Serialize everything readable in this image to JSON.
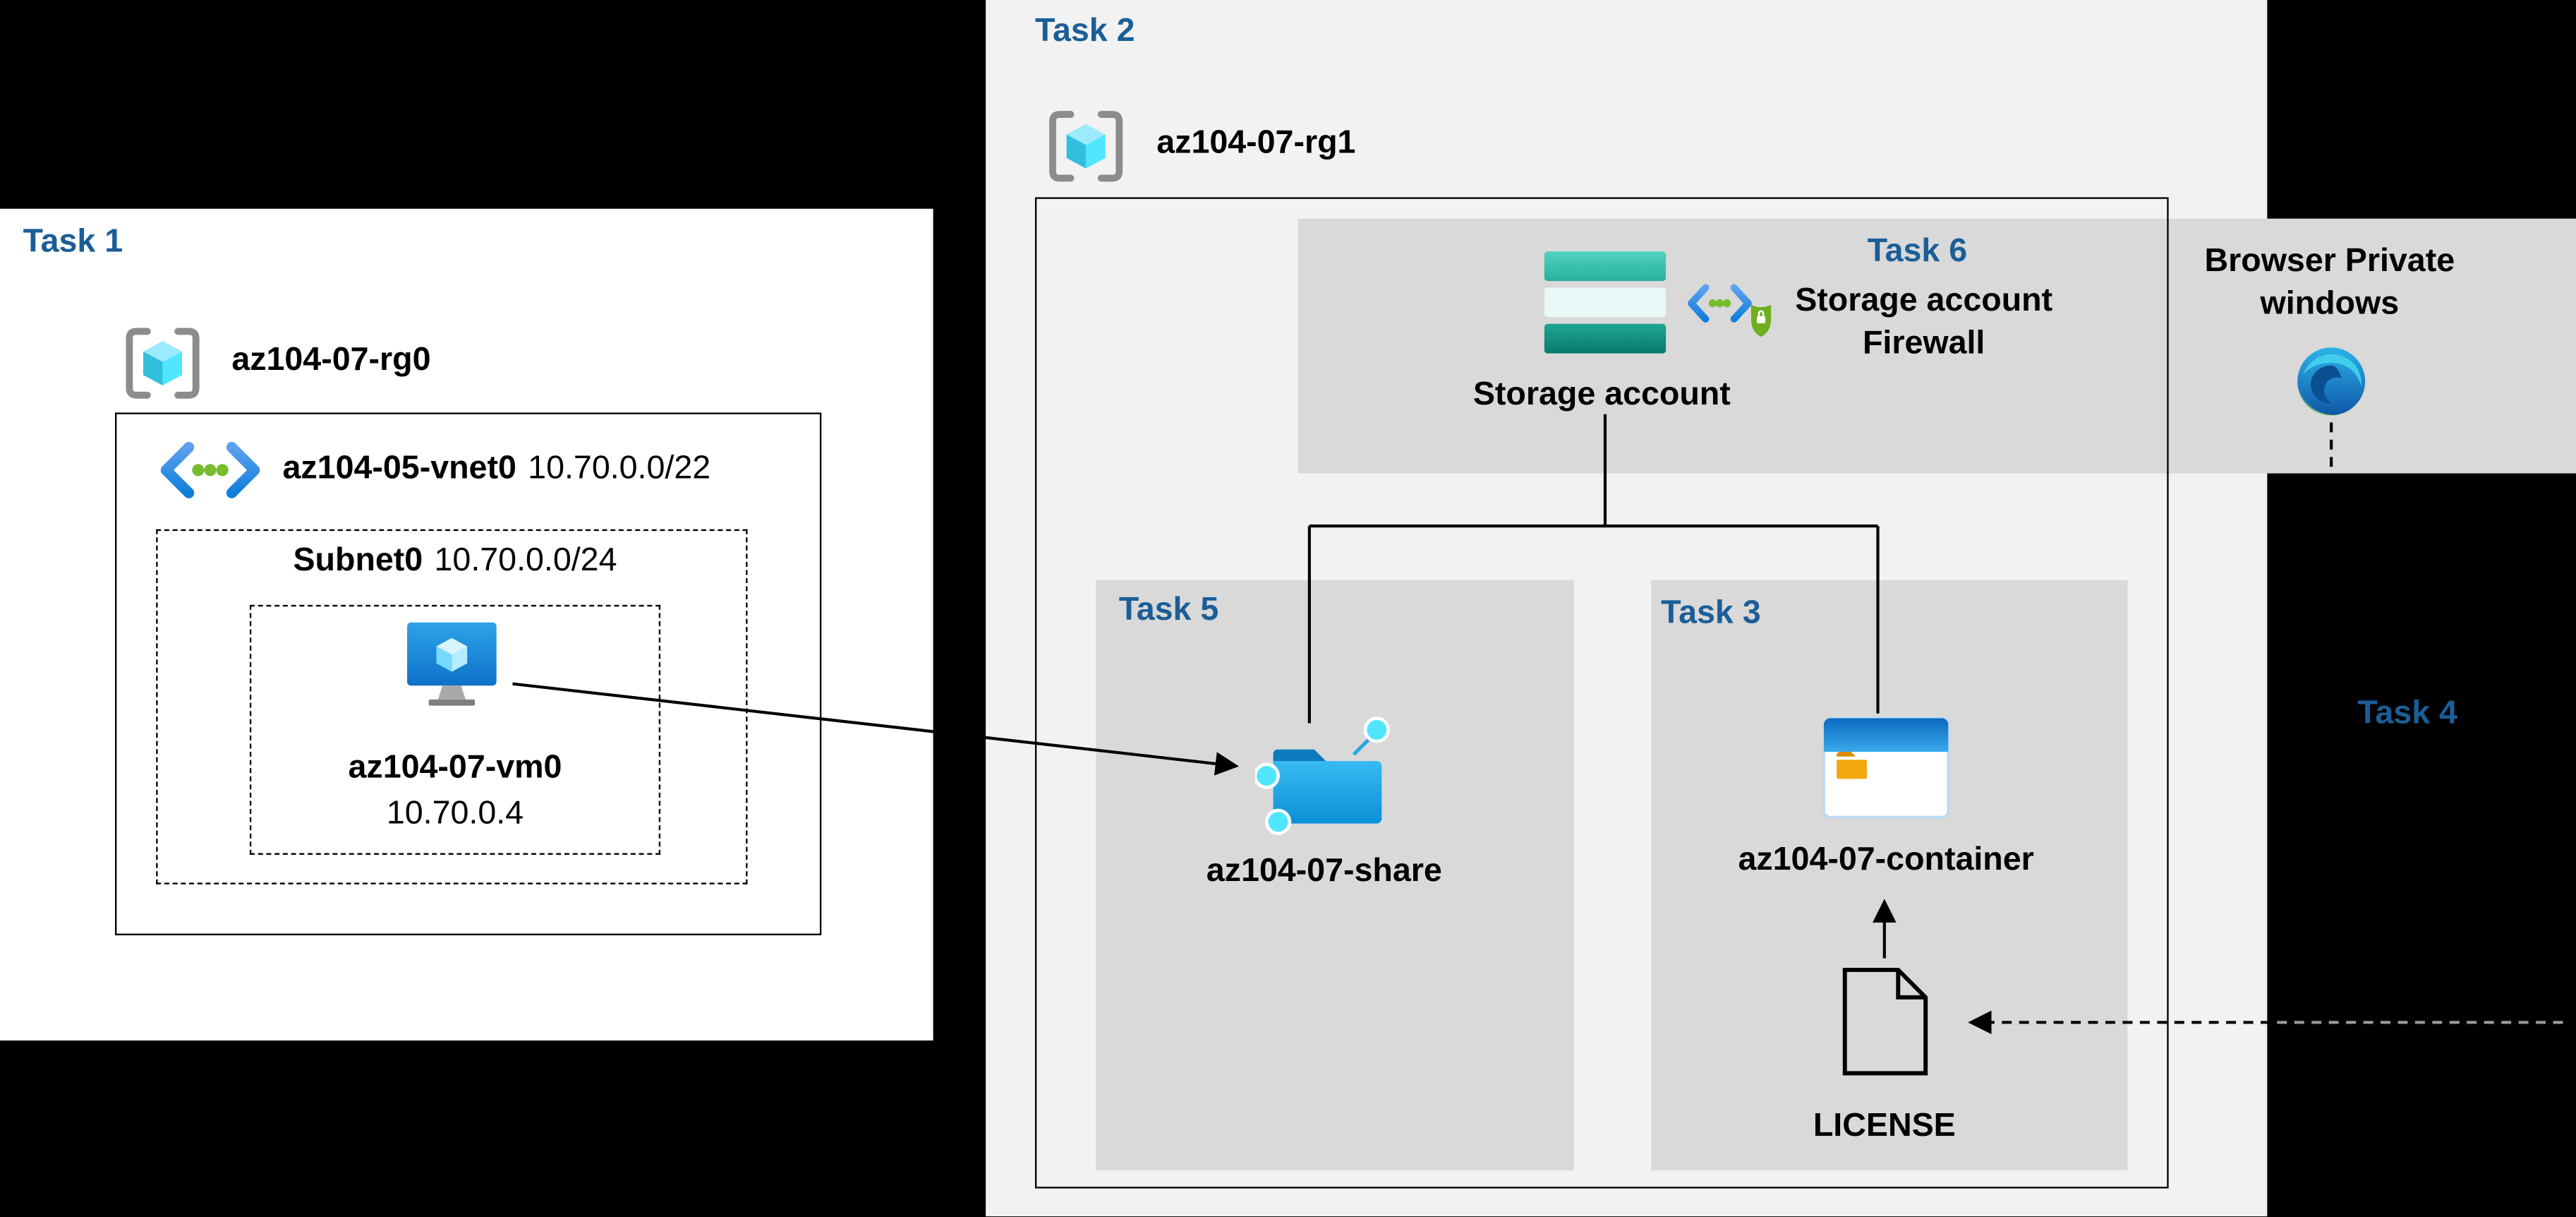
{
  "colors": {
    "background": "#000000",
    "task_label_blue": "#1b5e97",
    "task1_panel": "#ffffff",
    "task2_panel": "#f2f2f2",
    "gray_box": "#d9d9d9",
    "connector": "#000000"
  },
  "task1": {
    "label": "Task 1",
    "rg_name": "az104-07-rg0",
    "vnet_name": "az104-05-vnet0",
    "vnet_cidr": "10.70.0.0/22",
    "subnet_name": "Subnet0",
    "subnet_cidr": "10.70.0.0/24",
    "vm_name": "az104-07-vm0",
    "vm_ip": "10.70.0.4"
  },
  "task2": {
    "label": "Task 2",
    "rg_name": "az104-07-rg1",
    "storage_label": "Storage account"
  },
  "task6": {
    "label": "Task 6",
    "title_line1": "Storage account",
    "title_line2": "Firewall"
  },
  "browser": {
    "title_line1": "Browser Private",
    "title_line2": "windows"
  },
  "task5": {
    "label": "Task 5",
    "share_name": "az104-07-share"
  },
  "task3": {
    "label": "Task 3",
    "container_name": "az104-07-container",
    "file_label": "LICENSE"
  },
  "task4": {
    "label": "Task 4"
  },
  "icons": {
    "resource_group": "cube-in-brackets",
    "virtual_network": "chevrons-with-three-dots",
    "virtual_machine": "monitor-with-cube",
    "storage_account": "three-stacked-bars",
    "storage_firewall": "vnet-with-lock-shield",
    "file_share": "folder-with-network-dots",
    "blob_container": "window-with-orange-folder",
    "edge_browser": "edge-swirl-logo",
    "license_file": "document-with-folded-corner"
  }
}
